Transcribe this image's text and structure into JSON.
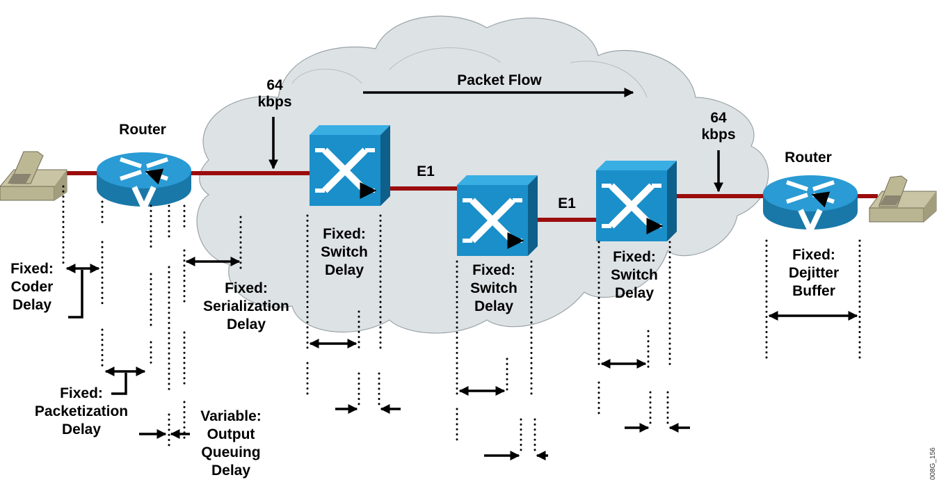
{
  "title": "VoIP end-to-end delay components",
  "colors": {
    "cloud_fill": "#dde2e5",
    "cloud_stroke": "#9aa3a8",
    "link": "#9b0c0c",
    "device_blue": "#1a8fc9",
    "device_top": "#38aee3",
    "device_side": "#0e5f8a",
    "phone": "#c9c4a3"
  },
  "labels": {
    "router_left": "Router",
    "router_right": "Router",
    "packet_flow": "Packet Flow",
    "rate_left": [
      "64",
      "kbps"
    ],
    "rate_right": [
      "64",
      "kbps"
    ],
    "e1_first": "E1",
    "e1_second": "E1",
    "figure_id": "008G_156"
  },
  "delays": {
    "coder": [
      "Fixed:",
      "Coder",
      "Delay"
    ],
    "packetization": [
      "Fixed:",
      "Packetization",
      "Delay"
    ],
    "output_queuing": [
      "Variable:",
      "Output",
      "Queuing",
      "Delay"
    ],
    "serialization": [
      "Fixed:",
      "Serialization",
      "Delay"
    ],
    "switch_1": [
      "Fixed:",
      "Switch",
      "Delay"
    ],
    "switch_2": [
      "Fixed:",
      "Switch",
      "Delay"
    ],
    "switch_3": [
      "Fixed:",
      "Switch",
      "Delay"
    ],
    "dejitter": [
      "Fixed:",
      "Dejitter",
      "Buffer"
    ]
  },
  "devices": [
    {
      "type": "phone",
      "name": "phone-left"
    },
    {
      "type": "voice-router",
      "name": "router-left"
    },
    {
      "type": "switch",
      "name": "switch-1"
    },
    {
      "type": "switch",
      "name": "switch-2"
    },
    {
      "type": "switch",
      "name": "switch-3"
    },
    {
      "type": "voice-router",
      "name": "router-right"
    },
    {
      "type": "phone",
      "name": "phone-right"
    }
  ]
}
